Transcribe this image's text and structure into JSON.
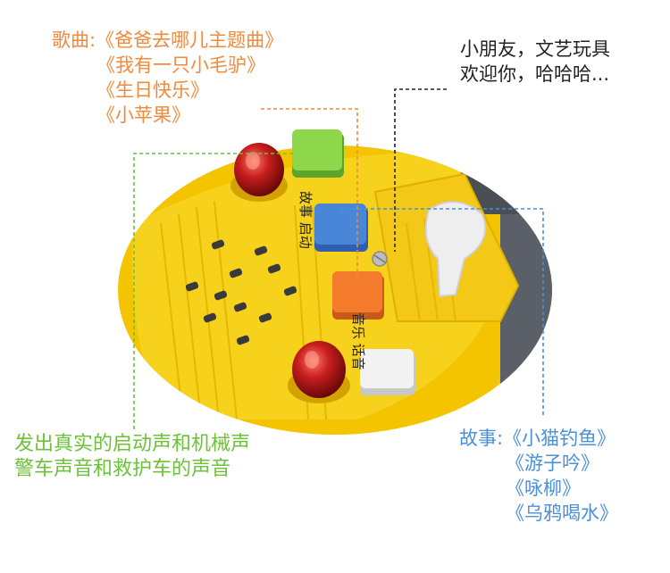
{
  "songs": {
    "color": "#f08a3c",
    "lines": [
      "歌曲:《爸爸去哪儿主题曲》",
      "《我有一只小毛驴》",
      "《生日快乐》",
      "《小苹果》"
    ]
  },
  "greeting": {
    "color": "#222222",
    "lines": [
      "小朋友，文艺玩具",
      "欢迎你，哈哈哈..."
    ]
  },
  "sounds": {
    "color": "#6cc238",
    "lines": [
      "发出真实的启动声和机械声",
      "警车声音和救护车的声音"
    ]
  },
  "stories": {
    "color": "#4a90d9",
    "lines": [
      "故事:《小猫钓鱼》",
      "《游子吟》",
      "《咏柳》",
      "《乌鸦喝水》"
    ]
  },
  "panel_labels": {
    "story_start": "故事 启动",
    "music_speech": "音乐 话音"
  },
  "colors": {
    "panel_yellow": "#f7d21c",
    "button_green": "#8ed64a",
    "button_blue": "#4a86d8",
    "button_orange": "#f47a2c",
    "button_white": "#f2f2f2",
    "lamp_red": "#c81e1e"
  }
}
